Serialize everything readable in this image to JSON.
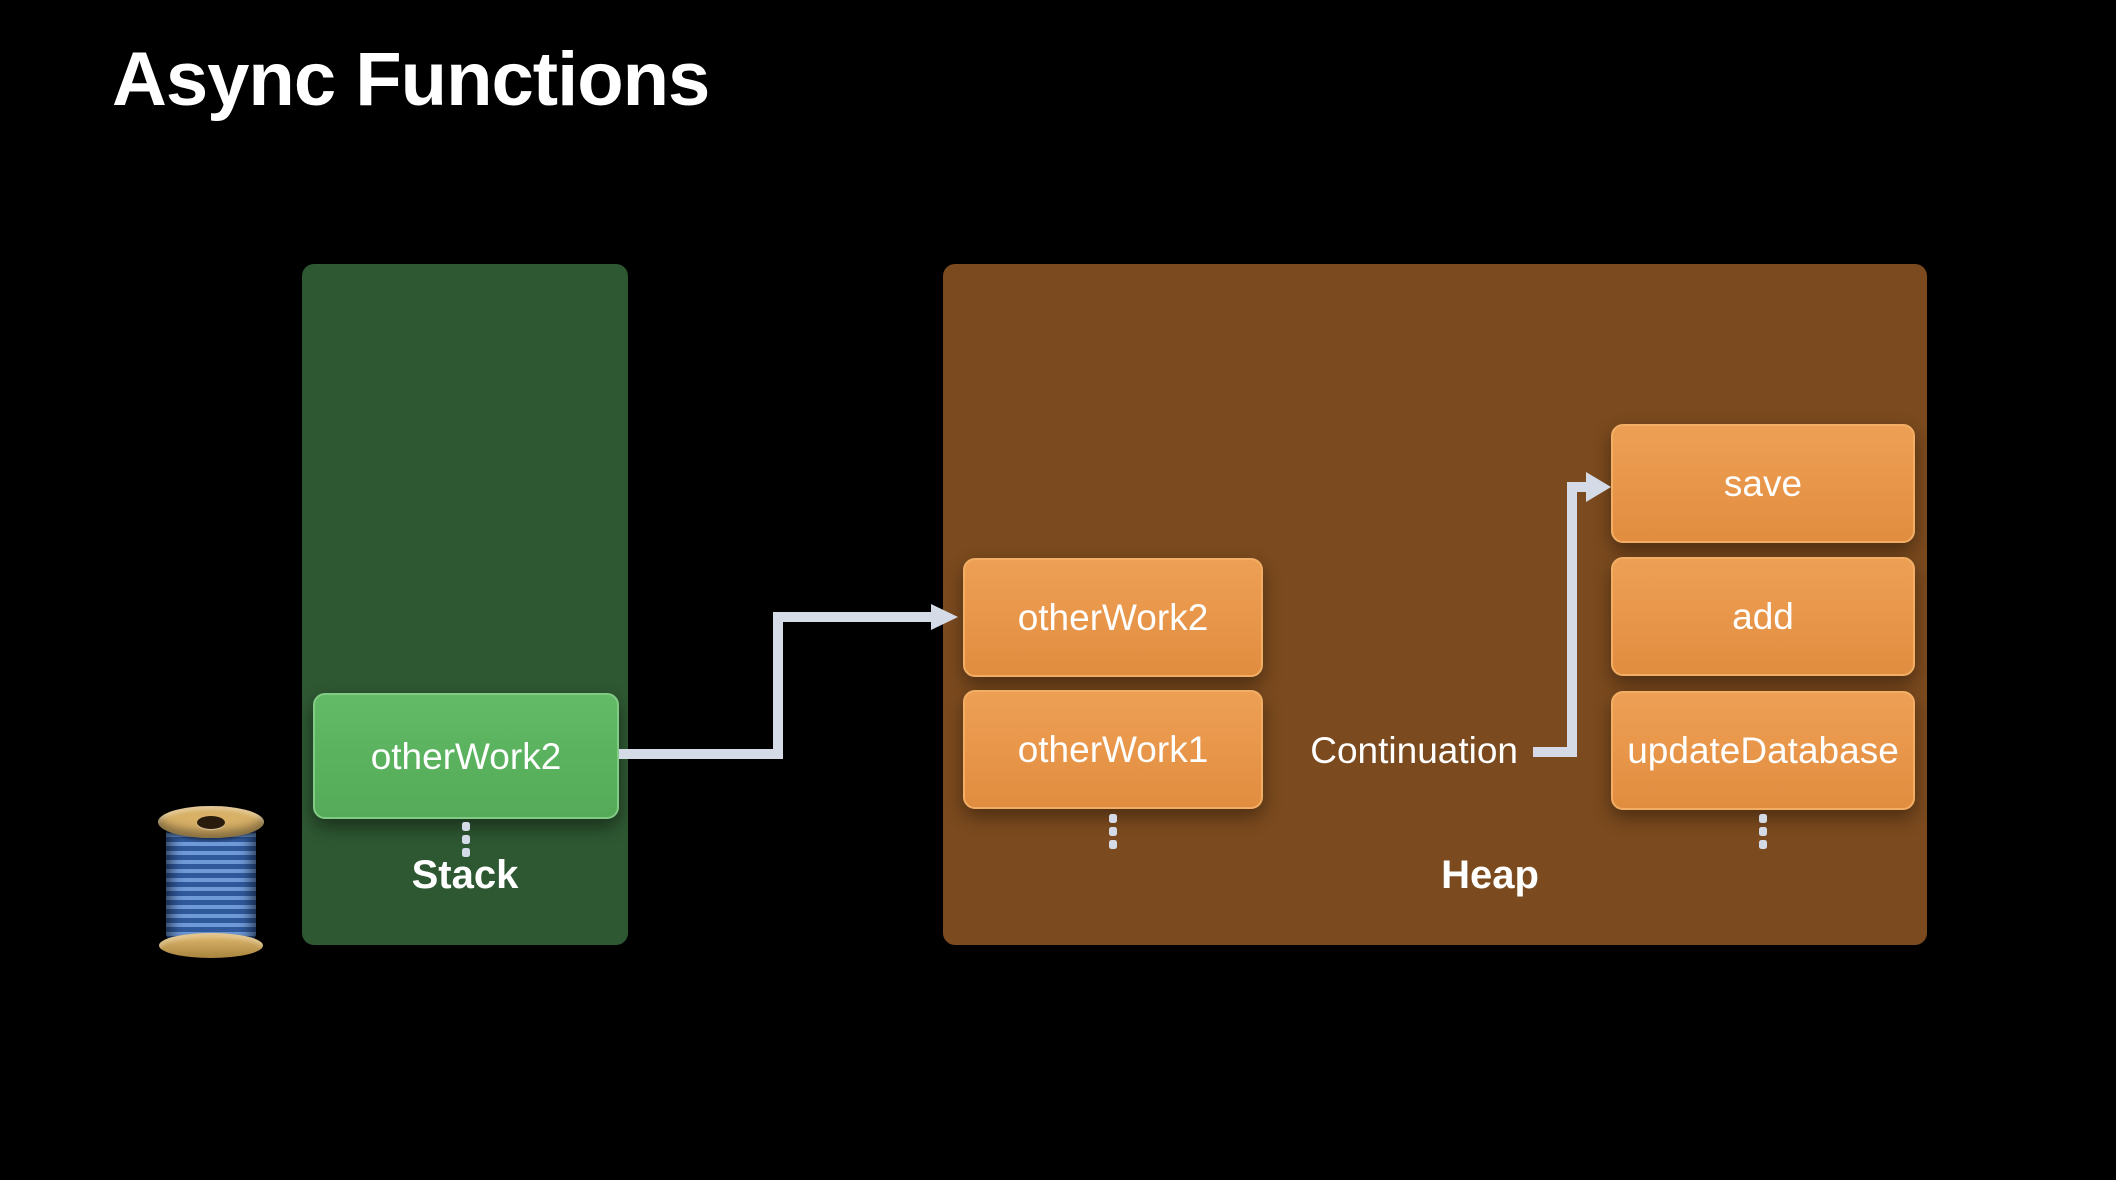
{
  "title": "Async Functions",
  "stack": {
    "label": "Stack",
    "frames": [
      {
        "label": "otherWork2"
      }
    ]
  },
  "heap": {
    "label": "Heap",
    "boxes_left": [
      {
        "label": "otherWork2"
      },
      {
        "label": "otherWork1"
      }
    ],
    "boxes_right": [
      {
        "label": "save"
      },
      {
        "label": "add"
      },
      {
        "label": "updateDatabase"
      }
    ],
    "continuation": {
      "label": "Continuation"
    }
  },
  "icons": {
    "thread_spool": "thread-spool-icon"
  },
  "colors": {
    "background": "#000000",
    "title_text": "#FFFFFF",
    "label_text": "#FFFFFF",
    "stack_region": "#2E5832",
    "stack_frame": "#5BB35F",
    "stack_frame_border": "#82CB84",
    "heap_region": "#7B4A1E",
    "heap_box": "#E8964A",
    "heap_box_border": "#F2AE64",
    "connector": "#D5DBE6",
    "spool_wood": "#D8B167",
    "spool_wood_dark": "#A8843E",
    "spool_hole": "#2A1C0C",
    "spool_thread_light": "#6F9AD8",
    "spool_thread_dark": "#30599C"
  }
}
